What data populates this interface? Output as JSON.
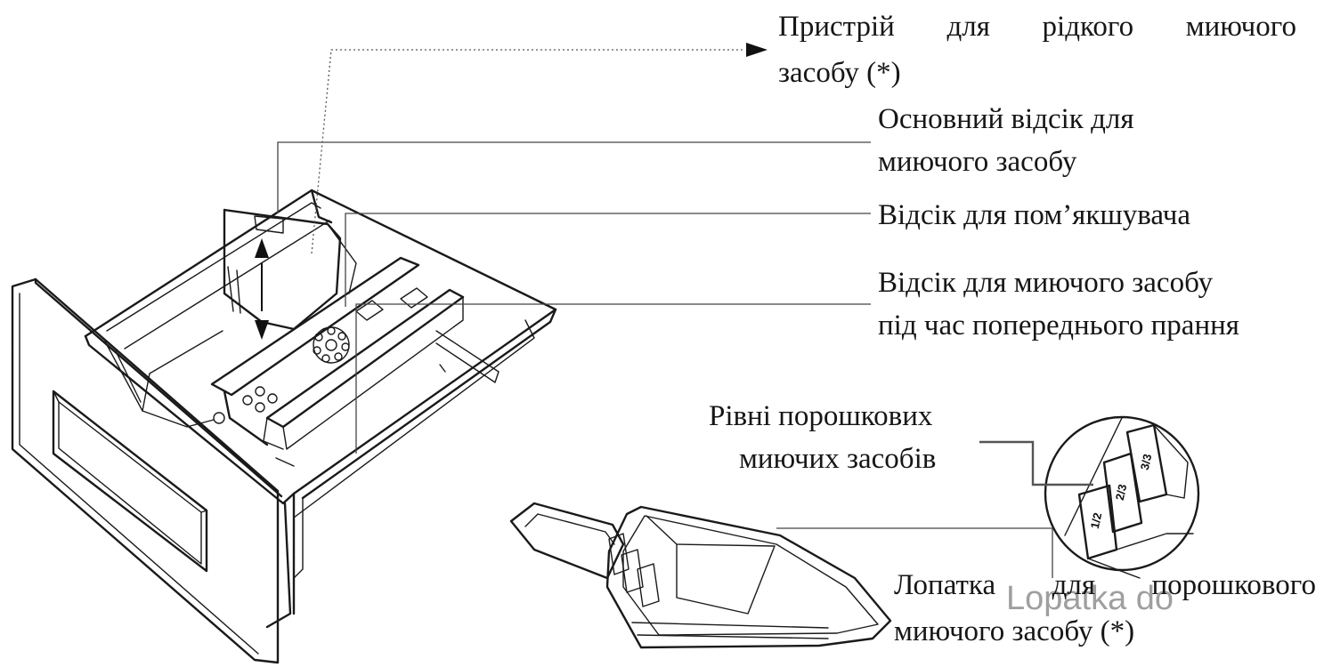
{
  "labels": {
    "liquid_device_line1_words": [
      "Пристрій",
      "для",
      "рідкого",
      "миючого"
    ],
    "liquid_device_line2": "засобу (*)",
    "main_compartment_line1": "Основний відсік для",
    "main_compartment_line2": "миючого засобу",
    "softener": "Відсік для пом’якшувача",
    "prewash_line1": "Відсік для миючого засобу",
    "prewash_line2": "під час попереднього прання",
    "powder_levels_line1": "Рівні порошкових",
    "powder_levels_line2": "миючих засобів",
    "scoop_line1_words": [
      "Лопатка",
      "для",
      "порошкового"
    ],
    "scoop_line2": "миючого засобу (*)"
  },
  "watermark": "Lopatka do",
  "scoop_level_marks": [
    "1/2",
    "2/3",
    "3/3"
  ]
}
